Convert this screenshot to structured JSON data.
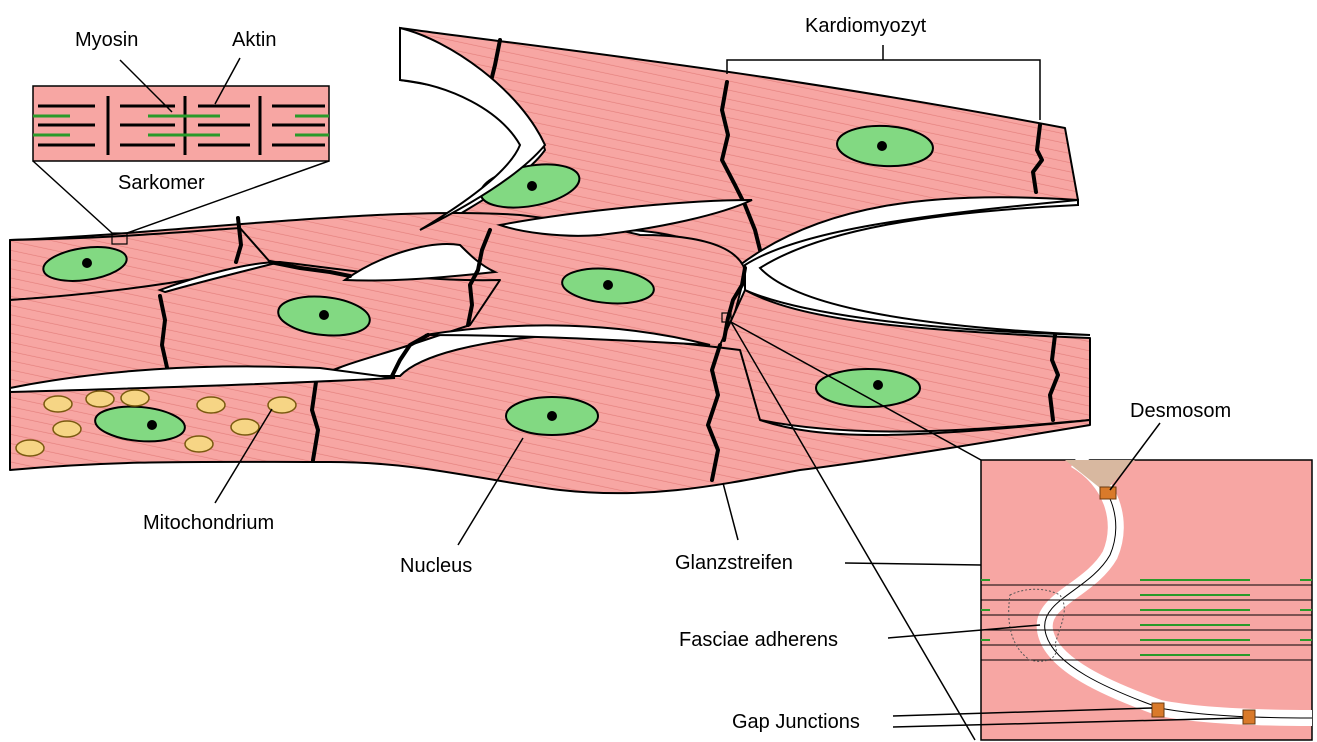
{
  "labels": {
    "myosin": "Myosin",
    "aktin": "Aktin",
    "kardiomyozyt": "Kardiomyozyt",
    "sarkomer": "Sarkomer",
    "mitochondrium": "Mitochondrium",
    "nucleus": "Nucleus",
    "glanzstreifen": "Glanzstreifen",
    "desmosom": "Desmosom",
    "fasciae_adherens": "Fasciae adherens",
    "gap_junctions": "Gap Junctions"
  },
  "colors": {
    "cell": "#f7a6a3",
    "nucleus": "#82d982",
    "mitochondrium": "#f6d585",
    "actin": "#2a9a2a",
    "desmosome": "#d97a2a"
  }
}
